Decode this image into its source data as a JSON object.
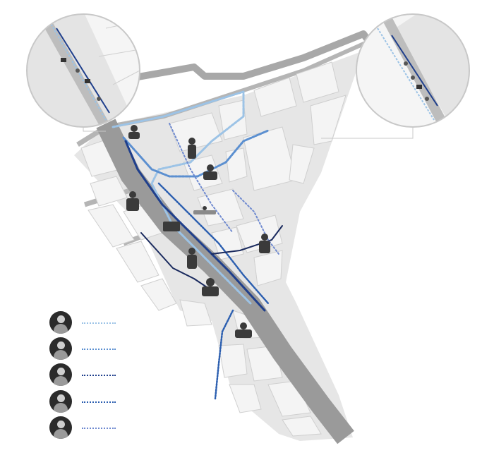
{
  "map": {
    "colors": {
      "background": "#ffffff",
      "district": "#e6e6e6",
      "block": "#f4f4f4",
      "block_outline": "#cfcfcf",
      "main_street": "#9a9a9a",
      "outer_wall": "#a8a8a8",
      "route_light": "#9cc3e6",
      "route_mid": "#5b8fd0",
      "route_dark": "#1f3f8c",
      "route_navy": "#1a2a5e",
      "inset_ring": "#c8c8c8"
    },
    "insets": [
      {
        "name": "detail-inset-left",
        "icon": "magnifier-detail"
      },
      {
        "name": "detail-inset-right",
        "icon": "magnifier-detail"
      }
    ],
    "legend": [
      {
        "name": "legend-route-1",
        "icon": "person-photo-icon",
        "line_color": "#9cc3e6"
      },
      {
        "name": "legend-route-2",
        "icon": "person-photo-icon",
        "line_color": "#5b8fd0"
      },
      {
        "name": "legend-route-3",
        "icon": "person-photo-icon",
        "line_color": "#1f3f8c"
      },
      {
        "name": "legend-route-4",
        "icon": "person-photo-icon",
        "line_color": "#2c5fb0"
      },
      {
        "name": "legend-route-5",
        "icon": "person-photo-icon",
        "line_color": "#6f8ad0"
      }
    ],
    "figures_icon": "people-figure-icon"
  }
}
